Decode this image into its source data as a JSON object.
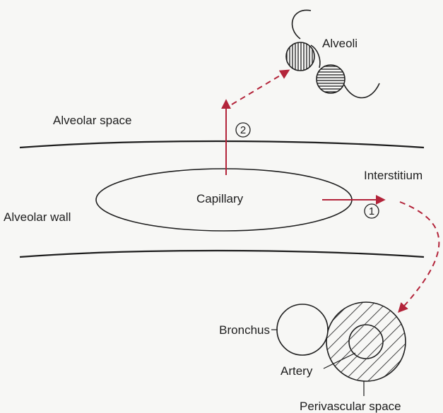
{
  "labels": {
    "alveoli": "Alveoli",
    "alveolar_space": "Alveolar space",
    "capillary": "Capillary",
    "interstitium": "Interstitium",
    "alveolar_wall": "Alveolar wall",
    "bronchus": "Bronchus",
    "artery": "Artery",
    "perivascular_space": "Perivascular space"
  },
  "pathways": {
    "step_1": "1",
    "step_2": "2"
  },
  "colors": {
    "arrow": "#b3243a",
    "ink": "#1e1e1e",
    "background": "#f7f7f5"
  }
}
